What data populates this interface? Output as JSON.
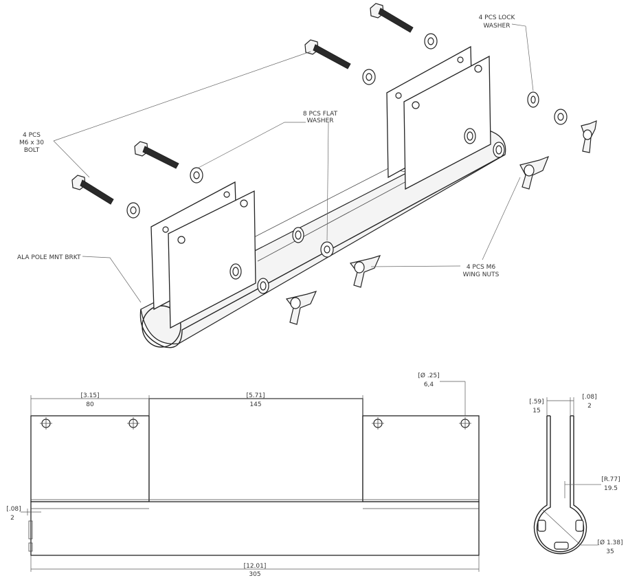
{
  "callouts": {
    "lock_washer": [
      "4 PCS LOCK",
      "WASHER"
    ],
    "bolt": [
      "4 PCS",
      "M6 x 30",
      "BOLT"
    ],
    "flat_washer": [
      "8 PCS FLAT",
      "WASHER"
    ],
    "bracket": [
      "ALA POLE MNT BRKT"
    ],
    "wing_nuts": [
      "4 PCS M6",
      "WING NUTS"
    ]
  },
  "front_view": {
    "dim_left_in": "[3.15]",
    "dim_left_mm": "80",
    "dim_mid_in": "[5.71]",
    "dim_mid_mm": "145",
    "dim_hole_in": "[Ø .25]",
    "dim_hole_mm": "6,4",
    "dim_thick_in": "[.08]",
    "dim_thick_mm": "2",
    "dim_total_in": "[12.01]",
    "dim_total_mm": "305"
  },
  "side_view": {
    "dim_gap_in": "[.59]",
    "dim_gap_mm": "15",
    "dim_thick_in": "[.08]",
    "dim_thick_mm": "2",
    "dim_radius_in": "[R.77]",
    "dim_radius_mm": "19.5",
    "dim_dia_in": "[Ø 1.38]",
    "dim_dia_mm": "35"
  }
}
